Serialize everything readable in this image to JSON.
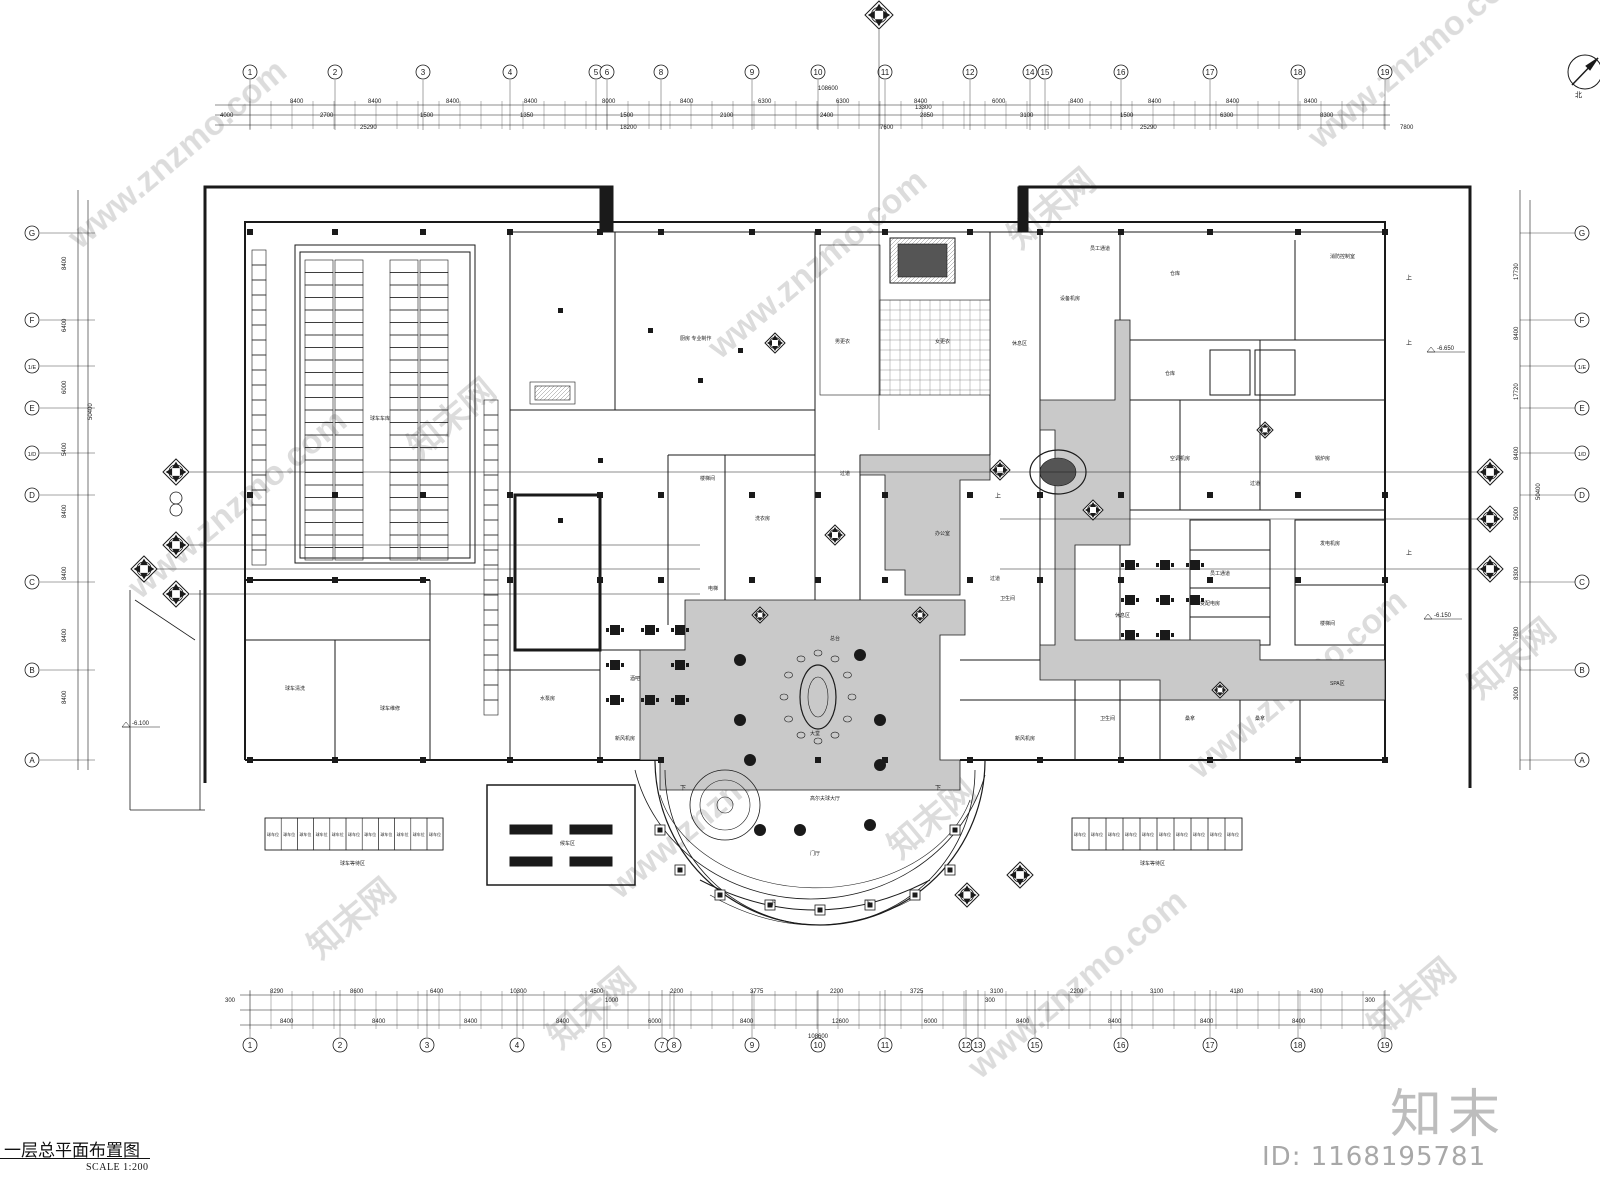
{
  "drawing": {
    "title": "一层总平面布置图",
    "scale": "SCALE 1:200",
    "north_label": "北",
    "north_icon": "north-arrow-icon",
    "marker_icon": "elevation-index-icon"
  },
  "watermark": {
    "brand": "知末",
    "id": "ID: 1168195781",
    "site": "www.znzmo.com",
    "logo_text": "知末网"
  },
  "column_grid": {
    "top_labels": [
      "1",
      "2",
      "3",
      "4",
      "5",
      "6",
      "8",
      "9",
      "10",
      "11",
      "12",
      "14",
      "15",
      "16",
      "17",
      "18",
      "19"
    ],
    "bottom_labels": [
      "1",
      "2",
      "3",
      "4",
      "5",
      "7",
      "8",
      "9",
      "10",
      "11",
      "12",
      "13",
      "15",
      "16",
      "17",
      "18",
      "19"
    ],
    "row_labels": [
      "G",
      "F",
      "1/E",
      "E",
      "1/D",
      "D",
      "C",
      "B",
      "A"
    ]
  },
  "dimensions": {
    "top_total": "108600",
    "top_overall": "13300",
    "top_row1": [
      "8400",
      "8400",
      "8400",
      "8400",
      "8000",
      "8400",
      "6300",
      "6300",
      "8400",
      "6000",
      "8400",
      "8400",
      "8400",
      "8400"
    ],
    "top_row2": [
      "25290",
      "18200",
      "7600",
      "25290",
      "7800"
    ],
    "top_row3": [
      "4000",
      "2700",
      "1500",
      "1350",
      "1500",
      "2100",
      "2400",
      "2850",
      "3100",
      "1500",
      "6300",
      "8300"
    ],
    "bottom_total": "108600",
    "bottom_row1": [
      "8290",
      "8600",
      "6400",
      "10300",
      "4500",
      "2200",
      "3775",
      "2200",
      "3725",
      "3100",
      "2200",
      "3100",
      "4180",
      "4300"
    ],
    "bottom_row2": [
      "8400",
      "8400",
      "8400",
      "8400",
      "6000",
      "8400",
      "12600",
      "6000",
      "8400",
      "8400",
      "8400",
      "8400"
    ],
    "left_total": "50400",
    "left_dims": [
      "8400",
      "6400",
      "6000",
      "5400",
      "8400",
      "8400",
      "8400",
      "8400"
    ],
    "right_total": "50400",
    "right_dims": [
      "17730",
      "8400",
      "17720",
      "8400",
      "5000",
      "8300",
      "7800",
      "3000"
    ],
    "small_values": [
      "300",
      "1000",
      "300",
      "300",
      "150",
      "2100"
    ]
  },
  "level_marks": [
    "-6.100",
    "-6.650",
    "-6.150"
  ],
  "rooms": {
    "garage": "球车车库",
    "golf_club": "高尔夫球大厅",
    "kitchen": "厨房 专业制作",
    "changing_m": "男更衣",
    "changing_f": "女更衣",
    "lounge": "休息区",
    "office": "办公室",
    "corridor": "过道",
    "storage": "仓库",
    "equipment": "设备机房",
    "hvac": "空调机房",
    "boiler": "锅炉房",
    "transformer": "变配电房",
    "generator": "发电机房",
    "fire_control": "消防控制室",
    "staff_entry": "员工通道",
    "lobby": "大堂",
    "entrance": "门厅",
    "reception": "总台",
    "cart_wait": "球车等待区",
    "cart_space": "球车位",
    "waiting_area": "候车区",
    "spa": "SPA区",
    "toilet": "卫生间",
    "stair": "楼梯间",
    "elevator": "电梯",
    "fresh_air": "新风机房",
    "laundry": "洗衣房",
    "cart_repair": "球车维修",
    "cart_wash": "球车清洗",
    "water_pump": "水泵房",
    "bar": "酒吧",
    "sauna": "桑拿",
    "up": "上",
    "down": "下"
  },
  "colors": {
    "line": "#1a1a1a",
    "hatch": "#c9c9c9",
    "watermark": "#cfcfcf",
    "background": "#ffffff"
  }
}
